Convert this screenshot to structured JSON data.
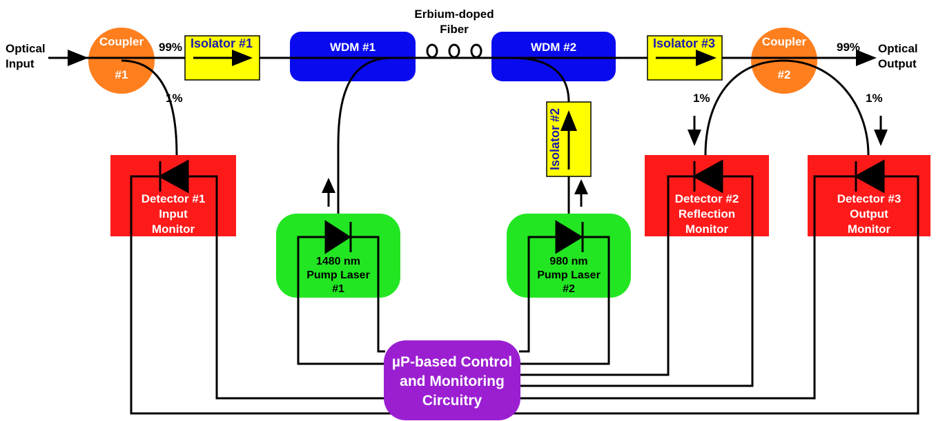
{
  "labels": {
    "optical_input": "Optical\nInput",
    "optical_output": "Optical\nOutput",
    "erbium_fiber": "Erbium-doped\nFiber",
    "coupler1_top": "Coupler",
    "coupler1_num": "#1",
    "coupler2_top": "Coupler",
    "coupler2_num": "#2",
    "pct_99_left": "99%",
    "pct_99_right": "99%",
    "pct_1_c1": "1%",
    "pct_1_c2_left": "1%",
    "pct_1_c2_right": "1%",
    "isolator1": "Isolator #1",
    "isolator2": "Isolator #2",
    "isolator3": "Isolator #3",
    "wdm1": "WDM #1",
    "wdm2": "WDM #2",
    "detector1": "Detector #1\nInput\nMonitor",
    "detector2": "Detector #2\nReflection\nMonitor",
    "detector3": "Detector #3\nOutput\nMonitor",
    "pump1": "1480 nm\nPump Laser\n#1",
    "pump2": "980 nm\nPump Laser\n#2",
    "control": "µP-based Control\nand Monitoring\nCircuitry"
  },
  "colors": {
    "coupler": "#ff7f1f",
    "isolator": "#ffff00",
    "wdm": "#0a0aee",
    "detector": "#ff1a1a",
    "pump": "#22e622",
    "control": "#9b1fd1",
    "line": "#000000"
  }
}
